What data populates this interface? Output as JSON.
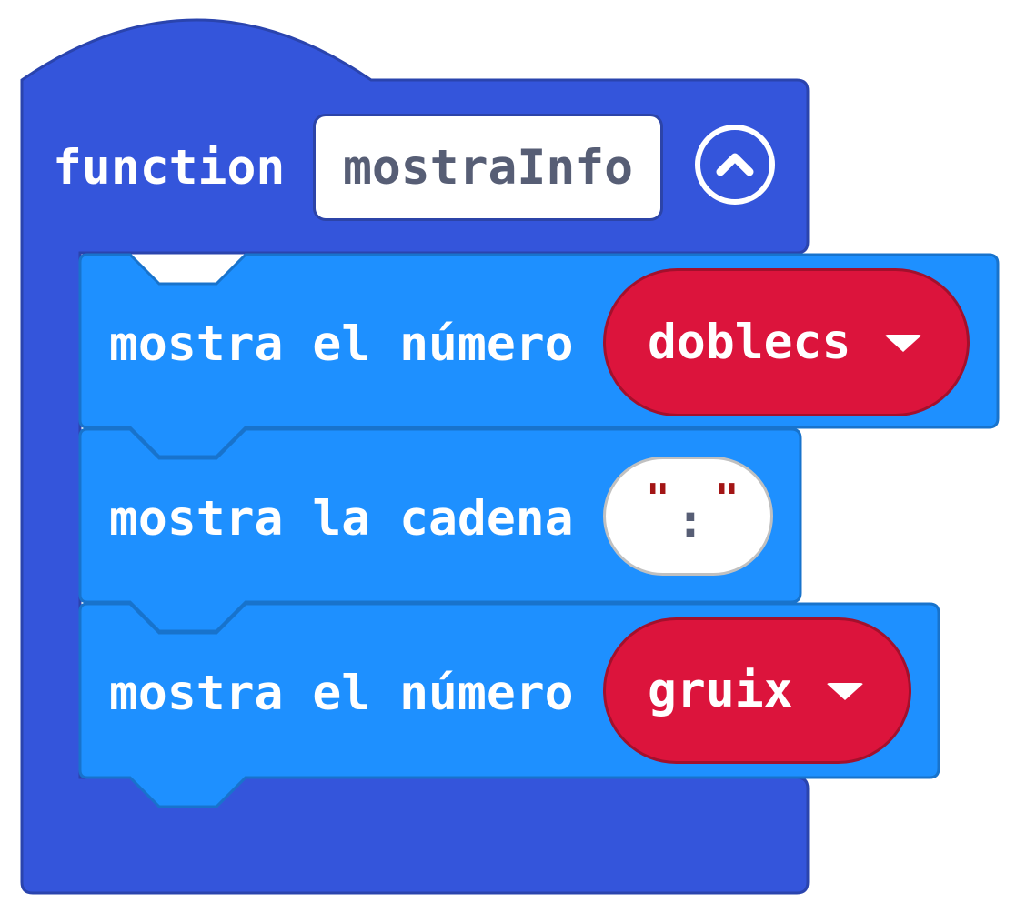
{
  "colors": {
    "function_block": "#3455DB",
    "statement_block": "#1E90FF",
    "variable_pill": "#DC143C"
  },
  "function_block": {
    "keyword": "function",
    "name": "mostraInfo",
    "collapse_icon": "chevron-up-circle-icon"
  },
  "statements": [
    {
      "label": "mostra el número",
      "variable": "doblecs",
      "dropdown_icon": "caret-down-icon"
    },
    {
      "label": "mostra la cadena",
      "string_open_quote": "\"",
      "string_value": ":",
      "string_close_quote": "\""
    },
    {
      "label": "mostra el número",
      "variable": "gruix",
      "dropdown_icon": "caret-down-icon"
    }
  ]
}
